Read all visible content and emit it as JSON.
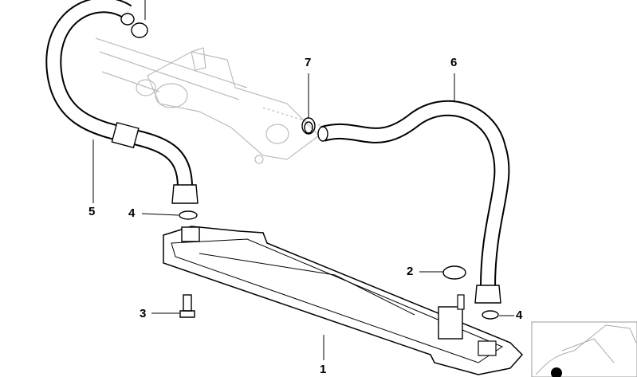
{
  "diagram": {
    "callouts": {
      "c1": "1",
      "c2": "2",
      "c3": "3",
      "c4a": "4",
      "c4b": "4",
      "c5": "5",
      "c6": "6",
      "c7": "7"
    },
    "colors": {
      "line": "#000000",
      "ghost": "#bdbdbd",
      "background": "#ffffff"
    },
    "thumbnail": {
      "icon": "car-location-thumbnail"
    }
  }
}
